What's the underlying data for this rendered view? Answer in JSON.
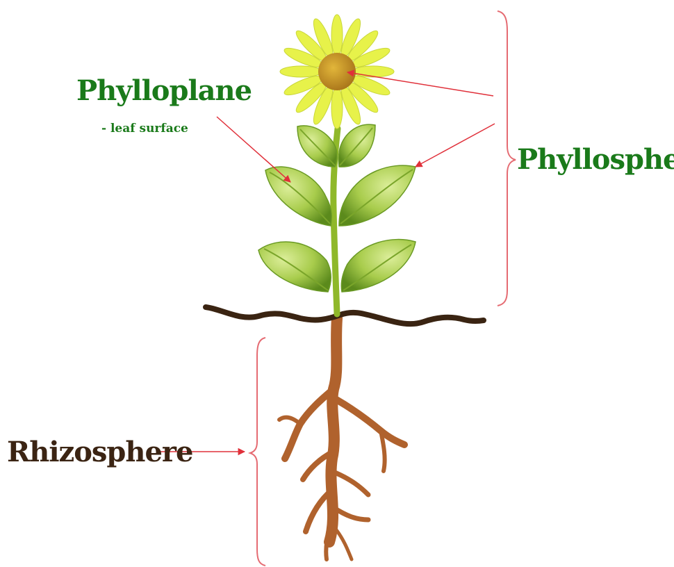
{
  "labels": {
    "phylloplane": "Phylloplane",
    "phylloplane_sub": "- leaf surface",
    "phyllosphere": "Phyllosphere",
    "rhizosphere": "Rhizosphere"
  },
  "colors": {
    "label_green": "#1a7a1a",
    "label_dark": "#3b2413",
    "arrow": "#e0303a",
    "bracket": "#e56b72",
    "stem": "#8fb82a",
    "leaf_light": "#c9e27a",
    "leaf_dark": "#5b8a1c",
    "petal": "#e7f24a",
    "flower_center": "#c8951e",
    "soil_line": "#3a2412",
    "root": "#b0622d"
  },
  "icons": {
    "flower": "sunflower-icon",
    "plant": "plant-icon",
    "roots": "root-system-icon"
  }
}
